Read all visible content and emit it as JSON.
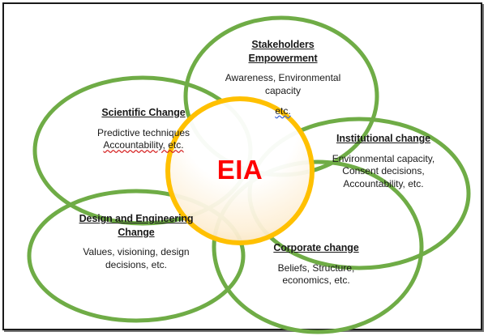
{
  "figure": {
    "title": "EIA Venn diagram of change domains",
    "center": {
      "label": "EIA",
      "color": "#fe0000"
    },
    "colors": {
      "ellipse_stroke": "#6fac46",
      "center_stroke": "#ffc000",
      "center_fill_top": "#ffffff",
      "center_fill_bottom": "#fae0b0",
      "frame_border": "#1a1a1a",
      "text": "#1a1a1a"
    },
    "groups": [
      {
        "id": "stakeholders",
        "title": "Stakeholders",
        "title2": "Empowerment",
        "body_line1": "Awareness, Environmental",
        "body_line2": "capacity",
        "body_line3": "etc."
      },
      {
        "id": "scientific",
        "title": "Scientific Change",
        "body_line1": "Predictive techniques",
        "body_line2": "Accountability, etc."
      },
      {
        "id": "institutional",
        "title": "Institutional change",
        "body_line1": "Environmental capacity,",
        "body_line2": "Consent decisions,",
        "body_line3": "Accountability, etc."
      },
      {
        "id": "design",
        "title": "Design and Engineering",
        "title2": "Change",
        "body_line1": "Values, visioning, design",
        "body_line2": "decisions, etc."
      },
      {
        "id": "corporate",
        "title": "Corporate change",
        "body_line1": "Beliefs, Structure,",
        "body_line2": "economics, etc."
      }
    ]
  }
}
